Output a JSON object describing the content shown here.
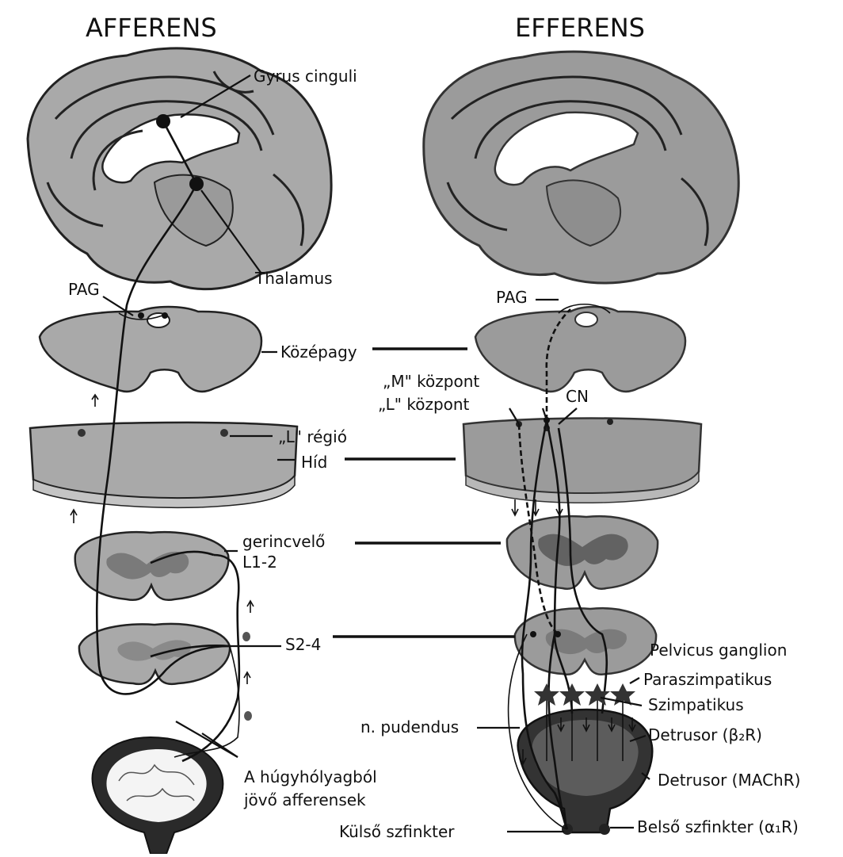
{
  "headings": {
    "left": "AFFERENS",
    "right": "EFFERENS"
  },
  "labels": {
    "gyrus_cinguli": "Gyrus cinguli",
    "thalamus": "Thalamus",
    "pag_left": "PAG",
    "pag_right": "PAG",
    "kozepagy": "Középagy",
    "m_kozpont": "„M\" központ",
    "l_kozpont": "„L\" központ",
    "cn": "CN",
    "l_regio": "„L\" régió",
    "hid": "Híd",
    "gerincvelo": "gerincvelő",
    "l1_2": "L1-2",
    "s2_4": "S2-4",
    "pelvicus": "Pelvicus ganglion",
    "paraszimpatikus": "Paraszimpatikus",
    "szimpatikus": "Szimpatikus",
    "n_pudendus": "n. pudendus",
    "detrusor_b": "Detrusor (β₂R)",
    "detrusor_m": "Detrusor (MAChR)",
    "hugyholyag_1": "A húgyhólyagból",
    "hugyholyag_2": "jövő afferensek",
    "kulso": "Külső szfinkter",
    "belso": "Belső szfinkter (α₁R)"
  },
  "colors": {
    "tissue_left": "#a9a9a9",
    "tissue_right": "#9b9b9b",
    "tissue_dark": "#6e6e6e",
    "ink": "#111111"
  }
}
